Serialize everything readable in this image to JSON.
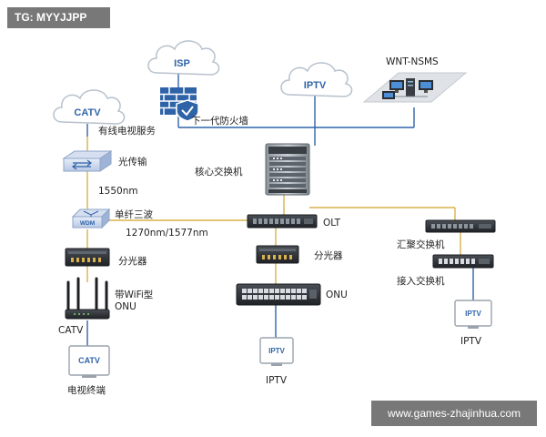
{
  "watermarks": {
    "top": "TG: MYYJJPP",
    "bottom": "www.games-zhajinhua.com"
  },
  "colors": {
    "blue_link": "#2f63a8",
    "gold_link": "#d9b24c",
    "device_dark": "#2c2f33",
    "cloud_fill": "#ffffff",
    "cloud_stroke": "#b7c1cc"
  },
  "clouds": {
    "isp": "ISP",
    "iptv": "IPTV",
    "catv": "CATV"
  },
  "labels": {
    "wnt_nsms": "WNT-NSMS",
    "firewall": "下一代防火墙",
    "core_switch": "核心交换机",
    "catv_service": "有线电视服务",
    "optical_tx": "光传输",
    "wl_1550": "1550nm",
    "single_fiber": "单纤三波",
    "wl_1270_1577": "1270nm/1577nm",
    "olt": "OLT",
    "splitter_left": "分光器",
    "splitter_mid": "分光器",
    "wifi_onu_line1": "带WiFi型",
    "wifi_onu_line2": "ONU",
    "catv_out": "CATV",
    "tv_terminal": "电视终端",
    "onu": "ONU",
    "iptv_mid": "IPTV",
    "agg_switch": "汇聚交换机",
    "access_switch": "接入交换机",
    "iptv_right": "IPTV"
  },
  "device_text": {
    "wdm": "WDM",
    "tv_catv": "CATV",
    "tv_iptv_mid": "IPTV",
    "tv_iptv_right": "IPTV"
  },
  "icons": {
    "firewall": "firewall-brick-shield-icon",
    "core_switch": "chassis-switch-icon",
    "nms": "workstation-network-icon",
    "router": "wifi-router-icon"
  }
}
